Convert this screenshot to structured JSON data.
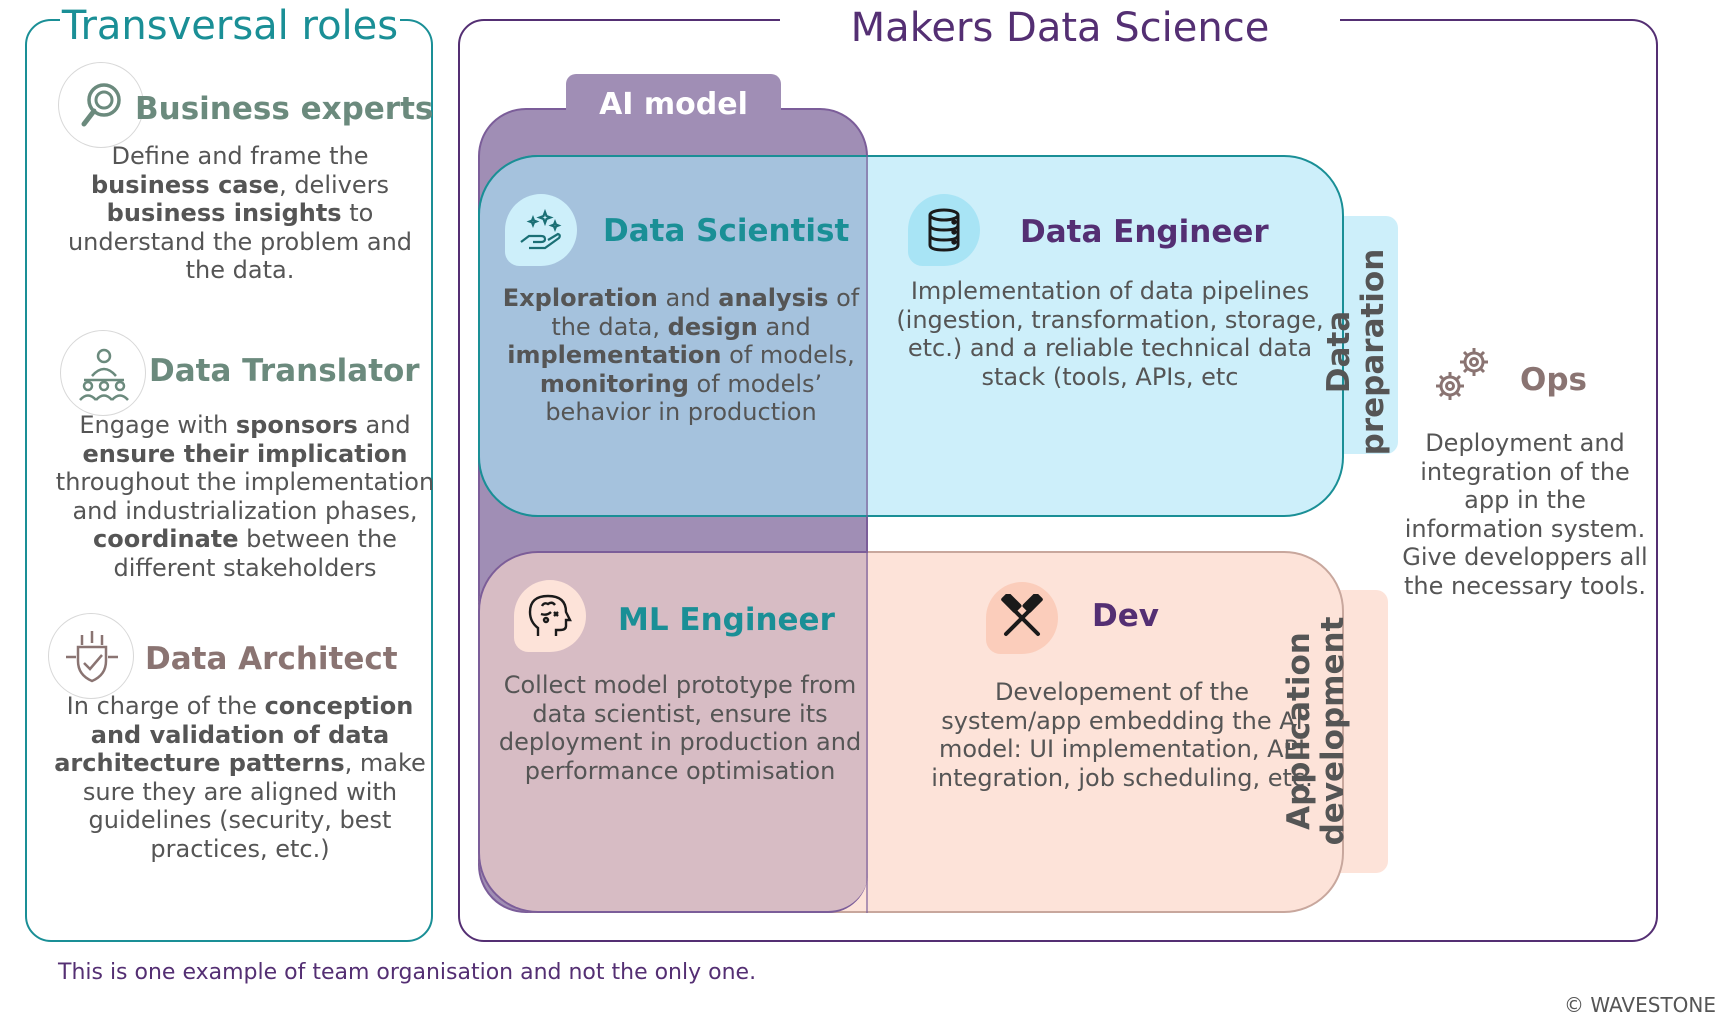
{
  "transversal": {
    "title": "Transversal roles",
    "business_experts": {
      "title": "Business experts",
      "desc": [
        [
          {
            "t": "Define and frame the"
          }
        ],
        [
          {
            "t": "business case",
            "b": true
          },
          {
            "t": ", delivers"
          }
        ],
        [
          {
            "t": "business insights",
            "b": true
          },
          {
            "t": " to"
          }
        ],
        [
          {
            "t": "understand the problem and"
          }
        ],
        [
          {
            "t": "the data."
          }
        ]
      ]
    },
    "data_translator": {
      "title": "Data Translator",
      "desc": [
        [
          {
            "t": "Engage with "
          },
          {
            "t": "sponsors",
            "b": true
          },
          {
            "t": " and"
          }
        ],
        [
          {
            "t": "ensure their implication",
            "b": true
          }
        ],
        [
          {
            "t": "throughout the implementation"
          }
        ],
        [
          {
            "t": "and industrialization phases,"
          }
        ],
        [
          {
            "t": "coordinate",
            "b": true
          },
          {
            "t": " between the"
          }
        ],
        [
          {
            "t": "different stakeholders"
          }
        ]
      ]
    },
    "data_architect": {
      "title": "Data Architect",
      "desc": [
        [
          {
            "t": "In charge of the "
          },
          {
            "t": "conception",
            "b": true
          }
        ],
        [
          {
            "t": "and validation of data",
            "b": true
          }
        ],
        [
          {
            "t": "architecture patterns",
            "b": true
          },
          {
            "t": ", make"
          }
        ],
        [
          {
            "t": "sure they are aligned with"
          }
        ],
        [
          {
            "t": "guidelines (security, best"
          }
        ],
        [
          {
            "t": "practices, etc.)"
          }
        ]
      ]
    }
  },
  "makers": {
    "title": "Makers Data Science",
    "ai_model_label": "AI model",
    "data_prep_label": [
      "Data",
      "preparation"
    ],
    "app_dev_label": [
      "Application",
      "development"
    ],
    "data_scientist": {
      "title": "Data Scientist",
      "desc": [
        [
          {
            "t": "Exploration",
            "b": true
          },
          {
            "t": " and "
          },
          {
            "t": "analysis",
            "b": true
          },
          {
            "t": " of"
          }
        ],
        [
          {
            "t": "the data, "
          },
          {
            "t": "design",
            "b": true
          },
          {
            "t": " and"
          }
        ],
        [
          {
            "t": "implementation",
            "b": true
          },
          {
            "t": " of models,"
          }
        ],
        [
          {
            "t": "monitoring",
            "b": true
          },
          {
            "t": " of models’"
          }
        ],
        [
          {
            "t": "behavior in production"
          }
        ]
      ]
    },
    "data_engineer": {
      "title": "Data Engineer",
      "desc": [
        [
          {
            "t": "Implementation of data pipelines"
          }
        ],
        [
          {
            "t": "(ingestion, transformation, storage,"
          }
        ],
        [
          {
            "t": "etc.) and a reliable technical data"
          }
        ],
        [
          {
            "t": "stack (tools, APIs, etc"
          }
        ]
      ]
    },
    "ml_engineer": {
      "title": "ML Engineer",
      "desc": [
        [
          {
            "t": "Collect model prototype from"
          }
        ],
        [
          {
            "t": "data scientist, ensure its"
          }
        ],
        [
          {
            "t": "deployment in production and"
          }
        ],
        [
          {
            "t": "performance optimisation"
          }
        ]
      ]
    },
    "dev": {
      "title": "Dev",
      "desc": [
        [
          {
            "t": "Developement of the"
          }
        ],
        [
          {
            "t": "system/app embedding the AI"
          }
        ],
        [
          {
            "t": "model: UI implementation, API"
          }
        ],
        [
          {
            "t": "integration, job scheduling, etc."
          }
        ]
      ]
    },
    "ops": {
      "title": "Ops",
      "desc": [
        [
          {
            "t": "Deployment and"
          }
        ],
        [
          {
            "t": "integration of the"
          }
        ],
        [
          {
            "t": "app in the"
          }
        ],
        [
          {
            "t": "information system."
          }
        ],
        [
          {
            "t": "Give developpers all"
          }
        ],
        [
          {
            "t": "the necessary tools."
          }
        ]
      ]
    }
  },
  "colors": {
    "teal": "#1a8f96",
    "purple": "#542f73",
    "ai_model": "#a08eb5",
    "data_prep": "#cdeffa",
    "app_dev": "#fde3d9",
    "grey_green": "#6b8a7d",
    "rose_grey": "#8a7472"
  },
  "icons": {
    "business_experts": "magnifier-icon",
    "data_translator": "people-meeting-icon",
    "data_architect": "shield-check-icon",
    "data_scientist": "hand-sparkles-icon",
    "data_engineer": "database-icon",
    "ml_engineer": "brain-head-icon",
    "dev": "crossed-hammers-icon",
    "ops": "gears-icon"
  },
  "footnote": "This is one example of team organisation and not the only one.",
  "copyright": "© WAVESTONE"
}
